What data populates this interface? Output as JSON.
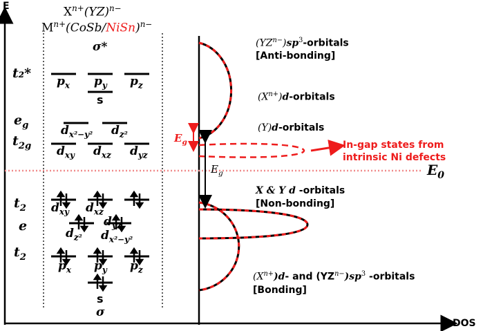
{
  "axes": {
    "y_label": "E",
    "x_label": "DOS"
  },
  "header": {
    "line1_base": "X",
    "line1_sup": "n+",
    "line1_paren": "(YZ)",
    "line1_sup2": "n−",
    "line2_base": "M",
    "line2_sup": "n+",
    "line2_open": "(",
    "line2_cosb": "CoSb",
    "line2_slash": "/",
    "line2_nisn": "NiSn",
    "line2_close": ")",
    "line2_sup2": "n−",
    "sigma_star": "σ*"
  },
  "levels": {
    "t2_star": "t₂*",
    "eg": "e",
    "eg_sub": "g",
    "t2g": "t",
    "t2g_sub": "2g",
    "t2_upper": "t",
    "t2_upper_sub": "2",
    "e": "e",
    "t2_lower": "t",
    "t2_lower_sub": "2"
  },
  "orbitals": {
    "px": "p",
    "px_sub": "x",
    "py": "p",
    "py_sub": "y",
    "pz": "p",
    "pz_sub": "z",
    "s_top": "s",
    "dx2y2": "d",
    "dx2y2_sub": "x²−y²",
    "dz2": "d",
    "dz2_sub": "z²",
    "dxy": "d",
    "dxy_sub": "xy",
    "dxz": "d",
    "dxz_sub": "xz",
    "dyz": "d",
    "dyz_sub": "yz",
    "b_dxy": "d",
    "b_dxy_sub": "xy",
    "b_dxz": "d",
    "b_dxz_sub": "xz",
    "b_dz2": "d",
    "b_dz2_sub": "z²",
    "b_dyz": "d",
    "b_dyz_sub": "yz",
    "b_dx2y2": "d",
    "b_dx2y2_sub": "x²−y²",
    "b_px": "p",
    "b_px_sub": "x",
    "b_py": "p",
    "b_py_sub": "y",
    "b_pz": "p",
    "b_pz_sub": "z",
    "s_bottom": "s",
    "sigma": "σ"
  },
  "dos_labels": {
    "antibonding_line1_a": "(YZ",
    "antibonding_line1_sup": "n−",
    "antibonding_line1_b": ")",
    "antibonding_line1_c": "sp",
    "antibonding_line1_sup2": "3",
    "antibonding_line1_d": "-orbitals",
    "antibonding_line2": "[Anti-bonding]",
    "xd_a": "(X",
    "xd_sup": "n+",
    "xd_b": ")",
    "xd_c": "d",
    "xd_d": "-orbitals",
    "yd_a": "(Y)",
    "yd_c": "d",
    "yd_d": "-orbitals",
    "nonbond_a": "X & Y d",
    "nonbond_b": " -orbitals",
    "nonbond_line2": "[Non-bonding]",
    "bond_a": "(X",
    "bond_sup": "n+",
    "bond_b": ")d",
    "bond_c": "- and (YZ",
    "bond_sup2": "n−",
    "bond_d": ")sp",
    "bond_sup3": "3",
    "bond_e": " -orbitals",
    "bond_line2": "[Bonding]",
    "eg_red": "E",
    "eg_red_sub": "g",
    "eg_black": "E",
    "eg_black_sub": "g",
    "e0": "E",
    "e0_sub": "0",
    "ingap_line1": "In-gap states from",
    "ingap_line2": "intrinsic Ni defects"
  },
  "colors": {
    "red": "#ee1c1c",
    "black": "#000000",
    "dotted_pink": "#f08a8a"
  }
}
